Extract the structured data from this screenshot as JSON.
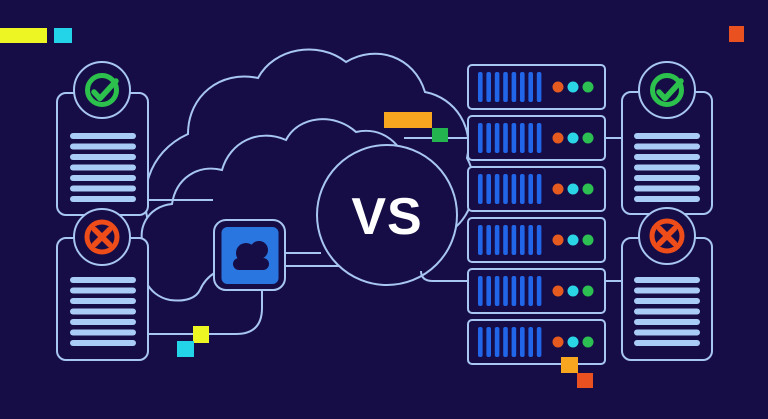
{
  "vs_badge": {
    "label": "VS"
  },
  "left_column": {
    "top_card_status_icon": "check-circle-icon",
    "bottom_card_status_icon": "cross-circle-icon"
  },
  "right_column": {
    "top_card_status_icon": "check-circle-icon",
    "bottom_card_status_icon": "cross-circle-icon"
  },
  "server_rack": {
    "unit_count": 6,
    "status_dot_colors": [
      "orange",
      "cyan",
      "green"
    ]
  },
  "cloud_group": {
    "app_tile_icon": "cloud-icon"
  },
  "colors": {
    "background": "#170d46",
    "outline": "#a8c6f2",
    "doc_line": "#a8ccf5",
    "server_bar": "#2166e8",
    "cloud_icon_bg": "#2a76e0",
    "check_green": "#2cc04d",
    "cross_orange": "#ee4d1a",
    "dot_orange": "#e55a1f",
    "dot_cyan": "#2ad5e5",
    "dot_green": "#2cbf52",
    "accent_yellow": "#edf522",
    "accent_cyan": "#23d3e8",
    "accent_amber": "#f8a61f",
    "accent_orange_red": "#ea5120",
    "accent_green": "#23b450",
    "vs_text": "#ffffff"
  }
}
